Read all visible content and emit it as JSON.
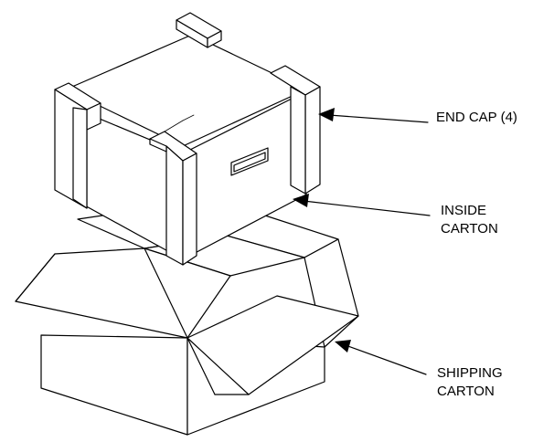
{
  "labels": {
    "end_cap": "END CAP (4)",
    "inside_carton": [
      "INSIDE",
      "CARTON"
    ],
    "shipping_carton": [
      "SHIPPING",
      "CARTON"
    ]
  },
  "colors": {
    "line": "#000000",
    "fill": "#ffffff"
  }
}
